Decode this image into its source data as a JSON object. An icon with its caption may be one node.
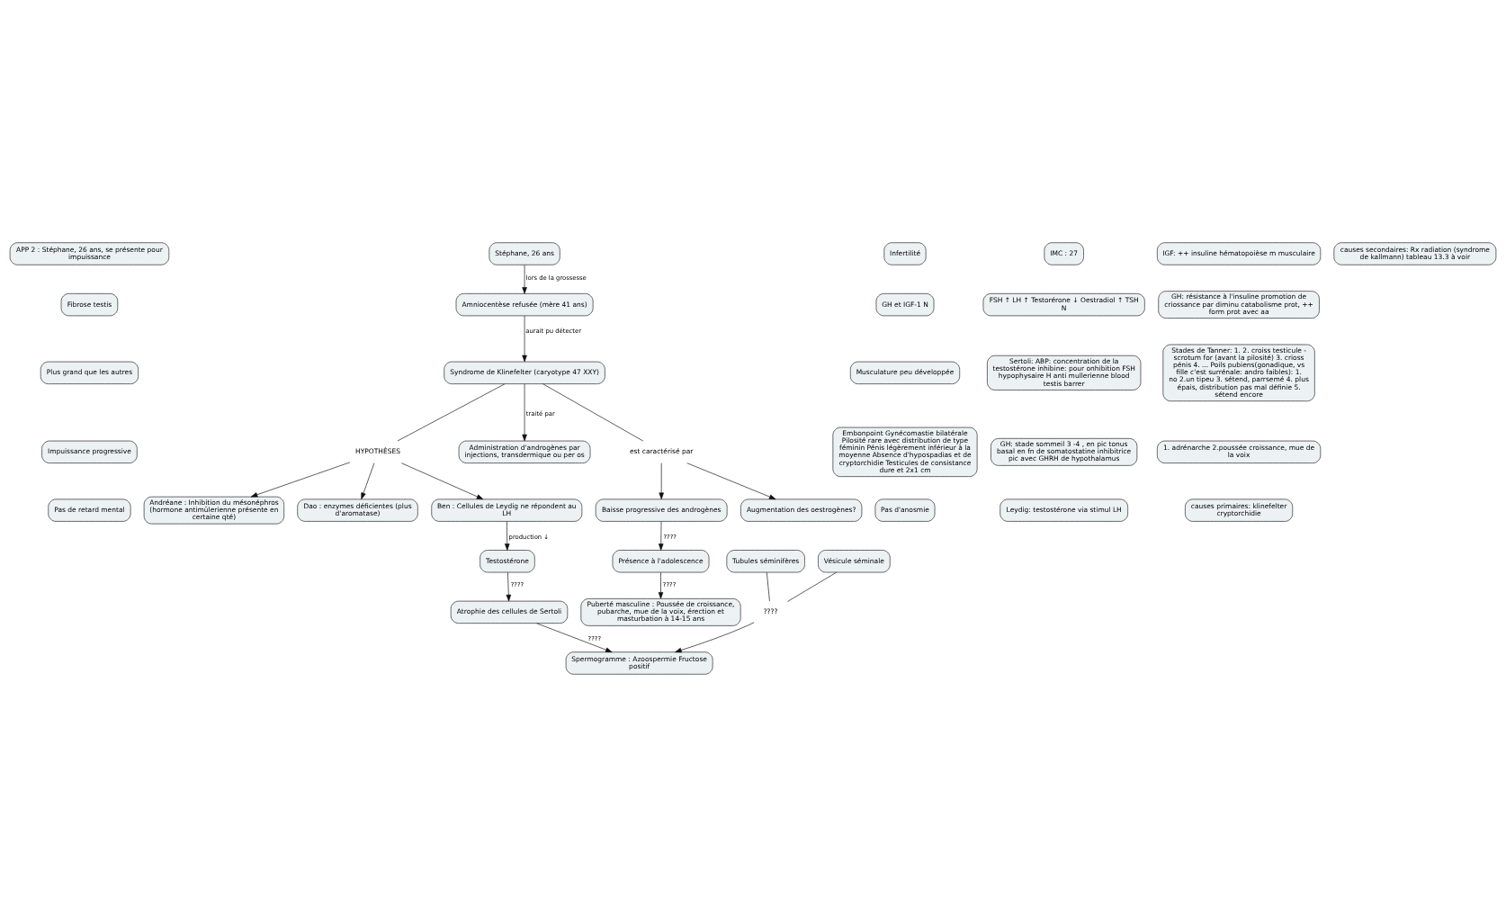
{
  "diagram": {
    "nodes": [
      {
        "text": [
          "APP 2 : Stéphane, 26 ans, se présente pour impuissance"
        ]
      },
      {
        "text": [
          "Stéphane, 26 ans"
        ]
      },
      {
        "text": [
          "Fibrose testis"
        ]
      },
      {
        "text": [
          "Andréane : Inhibition du mésonéphros (hormone antimülerienne présente en certaine qté)"
        ]
      },
      {
        "text": [
          "Dao : enzymes déficientes (plus d'aromatase)"
        ]
      },
      {
        "text": [
          "HYPOTHÈSES"
        ]
      },
      {
        "text": [
          "Ben : Cellules de Leydig ne répondent au LH"
        ]
      },
      {
        "text": [
          "Testostérone"
        ]
      },
      {
        "text": [
          "Atrophie des cellules de Sertoli"
        ]
      },
      {
        "text": [
          "Amniocentèse refusée (mère 41 ans)"
        ]
      },
      {
        "text": [
          "Syndrome de Klinefelter (caryotype 47 XXY)"
        ]
      },
      {
        "text": [
          "Administration d'androgènes par injections, transdermique ou per os"
        ]
      },
      {
        "text": [
          "est caractérisé par"
        ]
      },
      {
        "text": [
          "Tubules séminifères"
        ]
      },
      {
        "text": [
          "Spermogramme : Azoospermie Fructose positif"
        ]
      },
      {
        "text": [
          "Vésicule séminale"
        ]
      },
      {
        "text": [
          "????"
        ]
      },
      {
        "text": [
          "Baisse progressive des androgènes"
        ]
      },
      {
        "text": [
          "Augmentation des oestrogènes?"
        ]
      },
      {
        "text": [
          "Plus grand que les autres"
        ]
      },
      {
        "text": [
          "Impuissance progressive"
        ]
      },
      {
        "text": [
          "Présence à l'adolescence"
        ]
      },
      {
        "text": [
          "Pas de retard mental"
        ]
      },
      {
        "text": [
          "Infertilité"
        ]
      },
      {
        "text": [
          "GH et IGF-1 N"
        ]
      },
      {
        "text": [
          "Musculature peu développée"
        ]
      },
      {
        "text": [
          "Embonpoint Gynécomastie bilatérale Pilosité rare avec distribution de type féminin Pénis légèrement inférieur à la moyenne Absence d'hypospadias et de cryptorchidie Testicules de consistance dure et 2x1 cm"
        ]
      },
      {
        "text": [
          "Pas d'anosmie"
        ]
      },
      {
        "text": [
          "IMC : 27"
        ]
      },
      {
        "text": [
          "Puberté masculine : Poussée de croissance, pubarche, mue de la voix, érection et masturbation à 14-15 ans"
        ]
      },
      {
        "text": [
          "FSH ↑ LH ↑ Testorérone ↓ Oestradiol ↑ TSH N"
        ]
      },
      {
        "text": [
          "Sertoli: ABP: concentration de la testostérone inhibine: pour onhibition FSH hypophysaire H anti mullerienne blood testis barrer"
        ]
      },
      {
        "text": [
          "GH: stade sommeil 3 -4 , en pic tonus basal en fn de somatostatine inhibitrice pic avec GHRH de hypothalamus"
        ]
      },
      {
        "text": [
          "Leydig: testostérone via stimul LH"
        ]
      },
      {
        "text": [
          "IGF: ++ insuline hématopoièse m musculaire"
        ]
      },
      {
        "text": [
          "GH: résistance à l'insuline promotion de criossance par diminu catabolisme prot, ++ form prot avec aa"
        ]
      },
      {
        "text": [
          "Stades de Tanner: 1. 2. croiss testicule - scrotum for (avant la pilosité) 3. crioss pénis 4. ... Poils pubiens(gonadique, vs fille c'est surrénale: andro faibles): 1. no 2.un tipeu 3. sétend, parrsemé 4. plus épais, distribution pas mal définie 5. sétend encore"
        ]
      },
      {
        "text": [
          "1. adrénarche 2.poussée croissance, mue de la voix"
        ]
      },
      {
        "text": [
          "causes primaires: klinefelter cryptorchidie"
        ]
      },
      {
        "text": [
          "causes secondaires: Rx radiation (syndrome de kallmann) tableau 13.3 à voir"
        ]
      }
    ],
    "edges": [
      {
        "from": 1,
        "to": 9,
        "arrow": "to",
        "label": "lors de la grossesse"
      },
      {
        "from": 9,
        "to": 10,
        "arrow": "to",
        "label": "aurait pu détecter"
      },
      {
        "from": 10,
        "to": 5,
        "arrow": "none"
      },
      {
        "from": 5,
        "to": 3,
        "arrow": "to"
      },
      {
        "from": 5,
        "to": 4,
        "arrow": "to"
      },
      {
        "from": 5,
        "to": 6,
        "arrow": "to"
      },
      {
        "from": 6,
        "to": 7,
        "arrow": "to",
        "label": "production ↓"
      },
      {
        "from": 7,
        "to": 8,
        "arrow": "to",
        "label": "????"
      },
      {
        "from": 8,
        "to": 14,
        "arrow": "to",
        "label": "????"
      },
      {
        "from": 10,
        "to": 11,
        "arrow": "to",
        "label": "traité par"
      },
      {
        "from": 10,
        "to": 12,
        "arrow": "none"
      },
      {
        "from": 12,
        "to": 17,
        "arrow": "to"
      },
      {
        "from": 12,
        "to": 18,
        "arrow": "to"
      },
      {
        "from": 13,
        "to": 16,
        "arrow": "none"
      },
      {
        "from": 15,
        "to": 16,
        "arrow": "none"
      },
      {
        "from": 16,
        "to": 14,
        "arrow": "to"
      },
      {
        "from": 17,
        "to": 21,
        "arrow": "to",
        "label": "????"
      },
      {
        "from": 21,
        "to": 29,
        "arrow": "to",
        "label": "????"
      }
    ]
  }
}
